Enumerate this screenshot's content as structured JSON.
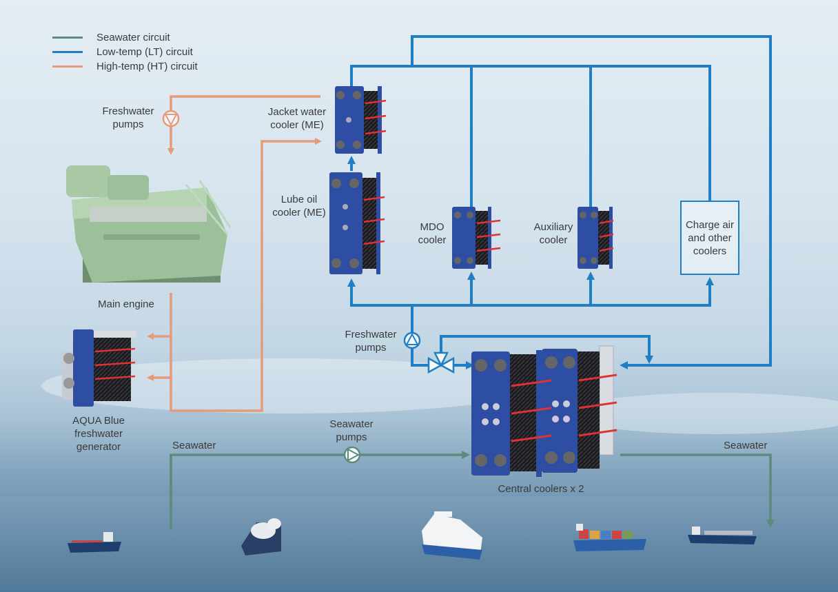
{
  "colors": {
    "seawater": "#5e8a7b",
    "lt": "#1f7fc4",
    "ht": "#e59a78",
    "hx_plate": "#2e4ea3",
    "engine": "#9cc09a"
  },
  "legend": [
    {
      "label": "Seawater circuit",
      "color": "#5e8a7b"
    },
    {
      "label": "Low-temp (LT) circuit",
      "color": "#1f7fc4"
    },
    {
      "label": "High-temp (HT) circuit",
      "color": "#e59a78"
    }
  ],
  "labels": {
    "freshwater_pumps_ht": [
      "Freshwater",
      "pumps"
    ],
    "jacket_water_cooler": [
      "Jacket water",
      "cooler (ME)"
    ],
    "lube_oil_cooler": [
      "Lube oil",
      "cooler (ME)"
    ],
    "mdo_cooler": [
      "MDO",
      "cooler"
    ],
    "auxiliary_cooler": [
      "Auxiliary",
      "cooler"
    ],
    "charge_air": [
      "Charge air",
      "and other",
      "coolers"
    ],
    "main_engine": "Main engine",
    "freshwater_pumps_lt": [
      "Freshwater",
      "pumps"
    ],
    "aqua_blue": [
      "AQUA Blue",
      "freshwater",
      "generator"
    ],
    "seawater_pumps": [
      "Seawater",
      "pumps"
    ],
    "seawater_in": "Seawater",
    "seawater_out": "Seawater",
    "central_coolers": "Central coolers x 2"
  }
}
